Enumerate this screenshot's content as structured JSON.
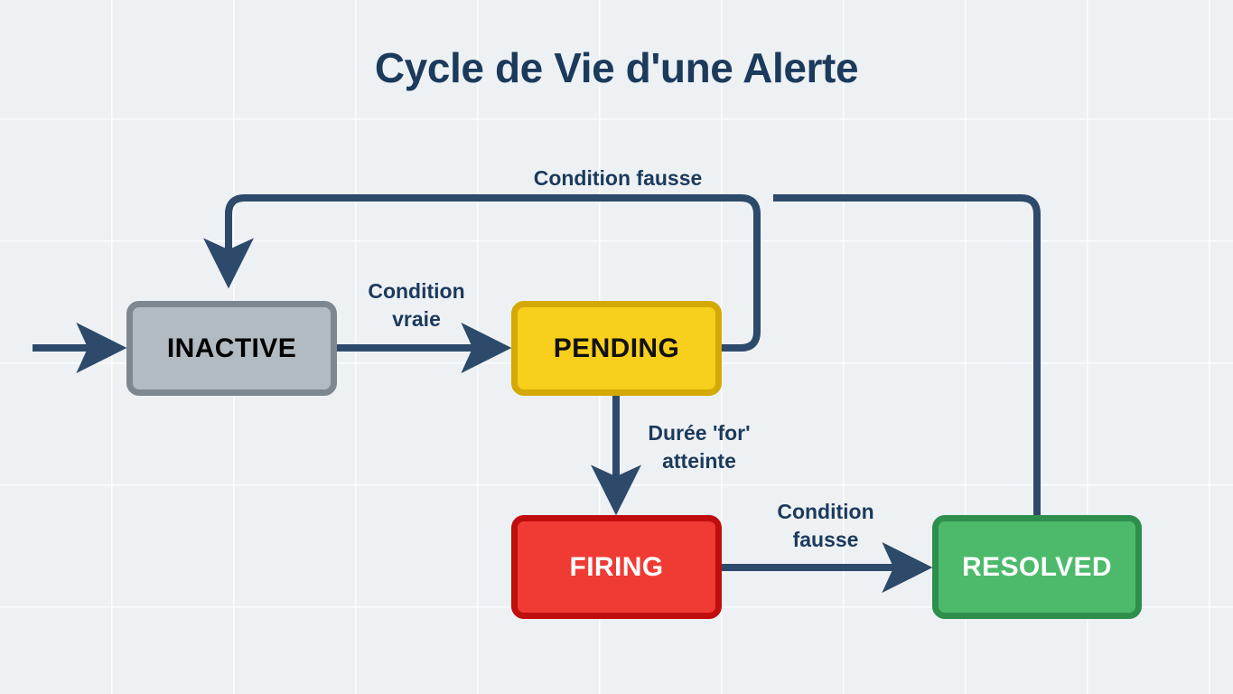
{
  "title": "Cycle de Vie d'une Alerte",
  "colors": {
    "background": "#eef1f4",
    "grid": "#ffffff",
    "title": "#1b3a5c",
    "edge": "#2d4a6b",
    "inactive_fill": "#b2bac2",
    "inactive_border": "#7d8790",
    "pending_fill": "#f7cf1c",
    "pending_border": "#d4a904",
    "firing_fill": "#ef3b33",
    "firing_border": "#c00d0d",
    "resolved_fill": "#4dba6b",
    "resolved_border": "#2e8f4d"
  },
  "nodes": [
    {
      "id": "inactive",
      "label": "INACTIVE"
    },
    {
      "id": "pending",
      "label": "PENDING"
    },
    {
      "id": "firing",
      "label": "FIRING"
    },
    {
      "id": "resolved",
      "label": "RESOLVED"
    }
  ],
  "edges": [
    {
      "id": "start-to-inactive",
      "from": "start",
      "to": "inactive",
      "label": ""
    },
    {
      "id": "inactive-to-pending",
      "from": "inactive",
      "to": "pending",
      "label": "Condition\nvraie"
    },
    {
      "id": "pending-to-firing",
      "from": "pending",
      "to": "firing",
      "label": "Durée 'for'\natteinte"
    },
    {
      "id": "firing-to-resolved",
      "from": "firing",
      "to": "resolved",
      "label": "Condition\nfausse"
    },
    {
      "id": "pending-to-inactive",
      "from": "pending",
      "to": "inactive",
      "label": "Condition fausse"
    },
    {
      "id": "resolved-to-inactive",
      "from": "resolved",
      "to": "inactive",
      "label": ""
    }
  ],
  "labels": {
    "condition_vraie": "Condition\nvraie",
    "condition_fausse_top": "Condition fausse",
    "duree_for_atteinte": "Durée 'for'\natteinte",
    "condition_fausse_low": "Condition\nfausse"
  }
}
